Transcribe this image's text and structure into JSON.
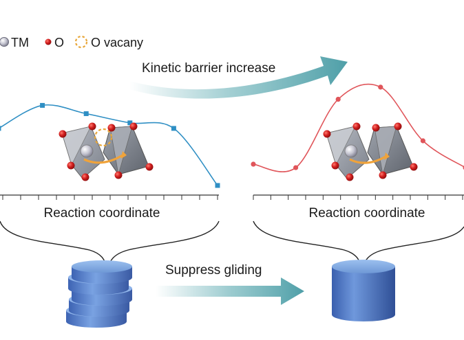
{
  "legend": {
    "tm_label": "TM",
    "o_label": "O",
    "vacancy_label": "O vacany"
  },
  "arrows": {
    "top_label": "Kinetic barrier increase",
    "bottom_label": "Suppress gliding"
  },
  "panels": {
    "left_xlabel": "Reaction coordinate",
    "right_xlabel": "Reaction coordinate"
  },
  "colors": {
    "left_curve": "#2f8fc4",
    "right_curve": "#e0555a",
    "oxygen": "#c81a1a",
    "tm": "#b9b9c6",
    "vacancy": "#e8a73a",
    "octahedron": "#8f949e",
    "arrow_top": "#5aa9b0",
    "arrow_bottom": "#5aa9b0",
    "cylinder": "#4f79c7"
  },
  "chart_data": [
    {
      "type": "line",
      "title": "",
      "xlabel": "Reaction coordinate",
      "ylabel": "",
      "marker": "square",
      "x": [
        0,
        1,
        2,
        3,
        4,
        5
      ],
      "y": [
        0.62,
        0.87,
        0.78,
        0.68,
        0.62,
        0.0
      ],
      "ylim": [
        0,
        1
      ]
    },
    {
      "type": "line",
      "title": "",
      "xlabel": "Reaction coordinate",
      "ylabel": "",
      "marker": "circle",
      "x": [
        0,
        1,
        2,
        3,
        4,
        5
      ],
      "y": [
        0.23,
        0.19,
        0.98,
        1.12,
        0.5,
        0.19
      ],
      "ylim": [
        0,
        1
      ]
    }
  ]
}
